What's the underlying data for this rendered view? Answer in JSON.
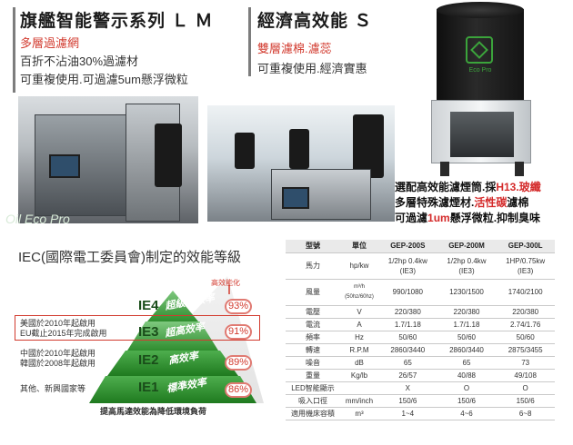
{
  "lm": {
    "title": "旗艦智能警示系列 Ｌ Ｍ",
    "subtitle": "多層過濾網",
    "line1": "百折不沾油30%過濾材",
    "line2": "可重複使用.可過濾5um懸浮微粒"
  },
  "s": {
    "title": "經濟高效能 Ｓ",
    "subtitle": "雙層濾棉.濾蕊",
    "line1": "可重複使用.經濟實惠"
  },
  "product_label": "Eco Pro",
  "watermark": "Oil Eco Pro",
  "caption": {
    "l1a": "選配高效能濾煙筒.採",
    "l1b": "H13.玻纖",
    "l2a": "多層特殊濾煙材.",
    "l2b": "活性碳",
    "l2c": "濾棉",
    "l3a": "可過濾",
    "l3b": "1um",
    "l3c": "懸浮微粒.抑制臭味"
  },
  "iec_heading": "IEC(國際電工委員會)制定的效能等級",
  "pyramid": {
    "top_label": "高效能化",
    "tiers": [
      {
        "code": "IE4",
        "name": "超級頂效率",
        "pct": "93%"
      },
      {
        "code": "IE3",
        "name": "超高效率",
        "pct": "91%"
      },
      {
        "code": "IE2",
        "name": "高效率",
        "pct": "89%"
      },
      {
        "code": "IE1",
        "name": "標準效率",
        "pct": "86%"
      }
    ],
    "notes": {
      "ie3_1": "美國於2010年起啟用",
      "ie3_2": "EU截止2015年完成啟用",
      "ie2_1": "中國於2010年起啟用",
      "ie2_2": "韓國於2008年起啟用",
      "ie1": "其他、新興國家等"
    },
    "footer": "提高馬達效能為降低環境負荷"
  },
  "table": {
    "headers": [
      "型號",
      "單位",
      "GEP-200S",
      "GEP-200M",
      "GEP-300L"
    ],
    "rows": [
      {
        "name": "馬力",
        "unit": "hp/kw",
        "v1a": "1/2hp 0.4kw",
        "v1b": "(IE3)",
        "v2a": "1/2hp 0.4kw",
        "v2b": "(IE3)",
        "v3a": "1HP/0.75kw",
        "v3b": "(IE3)"
      },
      {
        "name": "風量",
        "unit_a": "m³/h",
        "unit_b": "(50hz/60hz)",
        "v1": "990/1080",
        "v2": "1230/1500",
        "v3": "1740/2100"
      },
      {
        "name": "電壓",
        "unit": "V",
        "v1": "220/380",
        "v2": "220/380",
        "v3": "220/380"
      },
      {
        "name": "電流",
        "unit": "A",
        "v1": "1.7/1.18",
        "v2": "1.7/1.18",
        "v3": "2.74/1.76"
      },
      {
        "name": "頻率",
        "unit": "Hz",
        "v1": "50/60",
        "v2": "50/60",
        "v3": "50/60"
      },
      {
        "name": "轉速",
        "unit": "R.P.M",
        "v1": "2860/3440",
        "v2": "2860/3440",
        "v3": "2875/3455"
      },
      {
        "name": "噪音",
        "unit": "dB",
        "v1": "65",
        "v2": "65",
        "v3": "73"
      },
      {
        "name": "重量",
        "unit": "Kg/lb",
        "v1": "26/57",
        "v2": "40/88",
        "v3": "49/108"
      },
      {
        "name": "LED智能顯示",
        "unit": "",
        "v1": "X",
        "v2": "O",
        "v3": "O"
      },
      {
        "name": "吸入口徑",
        "unit": "mm/inch",
        "v1": "150/6",
        "v2": "150/6",
        "v3": "150/6"
      },
      {
        "name": "適用機床容積",
        "unit": "m³",
        "v1": "1~4",
        "v2": "4~6",
        "v3": "6~8"
      }
    ]
  }
}
